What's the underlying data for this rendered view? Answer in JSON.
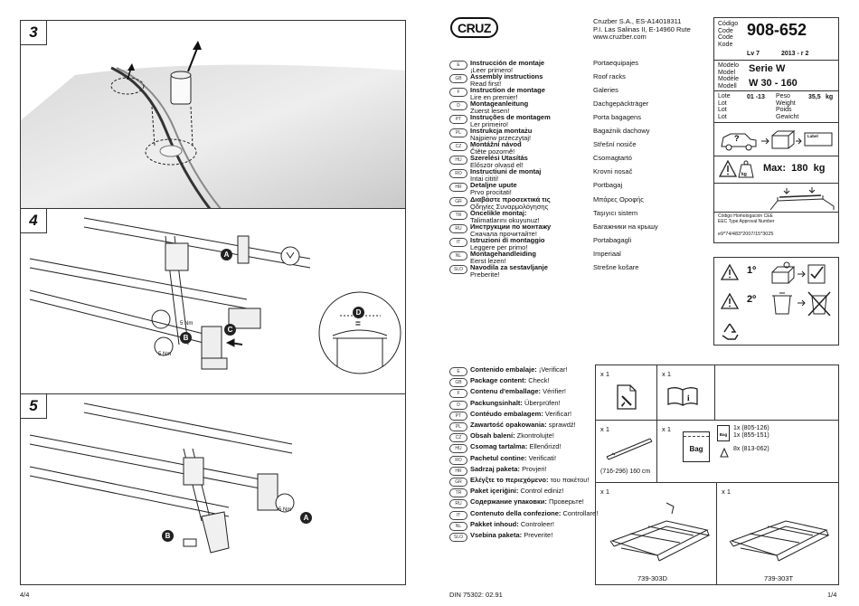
{
  "left_panel": {
    "steps": [
      {
        "number": "3"
      },
      {
        "number": "4",
        "callouts": {
          "a": "A",
          "b": "B",
          "c": "C",
          "d": "D"
        },
        "torque": "5 Nm",
        "equal_sign": "="
      },
      {
        "number": "5",
        "callouts": {
          "a": "A",
          "b": "B"
        },
        "torque": "5 Nm"
      }
    ],
    "footer_page": "4/4"
  },
  "right_panel": {
    "brand": "CRUZ",
    "company": [
      "Cruzber S.A., ES-A14018311",
      "P.I. Las Salinas II, E-14960 Rute",
      "www.cruzber.com"
    ],
    "code_labels": [
      "Código",
      "Code",
      "Code",
      "Kode"
    ],
    "code_value": "908-652",
    "lv": "Lv 7",
    "revision": "2013 - r 2",
    "model_labels": [
      "Modelo",
      "Model",
      "Modèle",
      "Modell"
    ],
    "model_series": "Serie W",
    "model_value": "W 30 - 160",
    "lot_labels": [
      "Lote",
      "Lot",
      "Lot",
      "Lot"
    ],
    "lot_value": "01 -13",
    "weight_labels": [
      "Peso",
      "Weight",
      "Poids",
      "Gewicht"
    ],
    "weight_value": "35,5",
    "weight_unit": "kg",
    "truck_label": "Label",
    "max_load": "Max:  180  kg",
    "max_kg_icon": "kg",
    "homologation": [
      "Código Homologación CEE",
      "EEC Type Approval Number"
    ],
    "homologation_number": "e9*74/483*2007/15*3025",
    "warnings": [
      {
        "ordinal": "1º"
      },
      {
        "ordinal": "2º"
      }
    ],
    "languages": [
      {
        "code": "E",
        "title": "Instrucción de montaje",
        "sub": "¡Leer primero!",
        "product": "Portaequipajes"
      },
      {
        "code": "GB",
        "title": "Assembly instructions",
        "sub": "Read first!",
        "product": "Roof racks"
      },
      {
        "code": "F",
        "title": "Instruction de montage",
        "sub": "Lire en premier!",
        "product": "Galeries"
      },
      {
        "code": "D",
        "title": "Montageanleitung",
        "sub": "Zuerst lesen!",
        "product": "Dachgepäckträger"
      },
      {
        "code": "PT",
        "title": "Instruções de montagem",
        "sub": "Ler primeiro!",
        "product": "Porta bagagens"
      },
      {
        "code": "PL",
        "title": "Instrukcja montażu",
        "sub": "Najpierw przeczytaj!",
        "product": "Bagażnik dachowy"
      },
      {
        "code": "CZ",
        "title": "Montážní návod",
        "sub": "Čtěte pozorně!",
        "product": "Střešní nosiče"
      },
      {
        "code": "HU",
        "title": "Szerelési Utasítás",
        "sub": "Először olvasd el!",
        "product": "Csomagtartó"
      },
      {
        "code": "RO",
        "title": "Instructiuni de montaj",
        "sub": "Intai cititi!",
        "product": "Krovni nosač"
      },
      {
        "code": "HR",
        "title": "Detaljne upute",
        "sub": "Prvo procitati!",
        "product": "Portbagaj"
      },
      {
        "code": "GR",
        "title": "Διαβάστε προσεκτικά τις",
        "sub": "Οδηγίες Συναρμολόγησης",
        "product": "Μπάρες Οροφής"
      },
      {
        "code": "TR",
        "title": "Öncelikle montaj:",
        "sub": "Talimatlarını okuyunuz!",
        "product": "Taşıyıcı sistem"
      },
      {
        "code": "RU",
        "title": "Инструкции по монтажу",
        "sub": "Сначала прочитайте!",
        "product": "Багажники на крышу"
      },
      {
        "code": "IT",
        "title": "Istruzioni di montaggio",
        "sub": "Leggere per primo!",
        "product": "Portabagagli"
      },
      {
        "code": "NL",
        "title": "Montagehandleiding",
        "sub": "Eerst lezen!",
        "product": "Imperiaal"
      },
      {
        "code": "SLO",
        "title": "Navodila za sestavljanje",
        "sub": "Preberite!",
        "product": "Strešne košare"
      }
    ],
    "contents": [
      {
        "code": "E",
        "bold": "Contenido embalaje:",
        "normal": " ¡Verificar!"
      },
      {
        "code": "GB",
        "bold": "Package content:",
        "normal": " Check!"
      },
      {
        "code": "F",
        "bold": "Contenu d'emballage:",
        "normal": " Vérifier!"
      },
      {
        "code": "D",
        "bold": "Packungsinhalt:",
        "normal": " Überprüfen!"
      },
      {
        "code": "PT",
        "bold": "Contéudo embalagem:",
        "normal": " Verificar!"
      },
      {
        "code": "PL",
        "bold": "Zawartość opakowania:",
        "normal": " sprawdź!"
      },
      {
        "code": "CZ",
        "bold": "Obsah balení:",
        "normal": " Zkontrolujte!"
      },
      {
        "code": "HU",
        "bold": "Csomag tartalma:",
        "normal": " Ellenőrizd!"
      },
      {
        "code": "RO",
        "bold": "Pachetul contine:",
        "normal": " Verificati!"
      },
      {
        "code": "HR",
        "bold": "Sadrzaj paketa:",
        "normal": " Provjeri!"
      },
      {
        "code": "GR",
        "bold": "Ελέγξτε το περιεχόμενο:",
        "normal": " του πακέτου!"
      },
      {
        "code": "TR",
        "bold": "Paket içeriğini:",
        "normal": " Control ediniz!"
      },
      {
        "code": "RU",
        "bold": "Содержание упаковки:",
        "normal": " Проверьте!"
      },
      {
        "code": "IT",
        "bold": "Contenuto della confezione:",
        "normal": " Controllare!"
      },
      {
        "code": "NL",
        "bold": "Pakket inhoud:",
        "normal": " Controleer!"
      },
      {
        "code": "SLO",
        "bold": "Vsebina paketa:",
        "normal": " Preverite!"
      }
    ],
    "package": {
      "qty": "x 1",
      "bag_label": "Bag",
      "bag_small": "Bag",
      "bag_items": [
        "1x (805-126)",
        "1x (855-151)",
        "8x (813-062)"
      ],
      "bar_code": "(716-296)",
      "bar_length": "160 cm",
      "rack1": "739-303D",
      "rack2": "739-303T"
    },
    "din": "DIN 75302: 02.91",
    "footer_page": "1/4"
  }
}
